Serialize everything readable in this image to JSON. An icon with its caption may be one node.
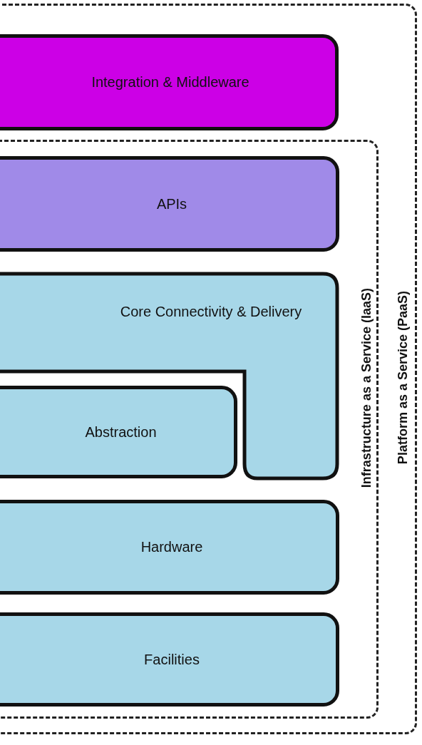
{
  "diagram": {
    "nodes": [
      {
        "text": [
          "Platform as a Service (PaaS)"
        ]
      },
      {
        "text": [
          "Integration & Middleware"
        ],
        "in": 0
      },
      {
        "text": [
          "Infrastructure as a Service (IaaS)"
        ],
        "in": 0
      },
      {
        "text": [
          "APIs"
        ],
        "in": 2
      },
      {
        "text": [
          "Core Connectivity & Delivery"
        ],
        "in": 2
      },
      {
        "text": [
          "Abstraction"
        ],
        "in": 2
      },
      {
        "text": [
          "Hardware"
        ],
        "in": 2
      },
      {
        "text": [
          "Facilities"
        ],
        "in": 2
      }
    ]
  }
}
